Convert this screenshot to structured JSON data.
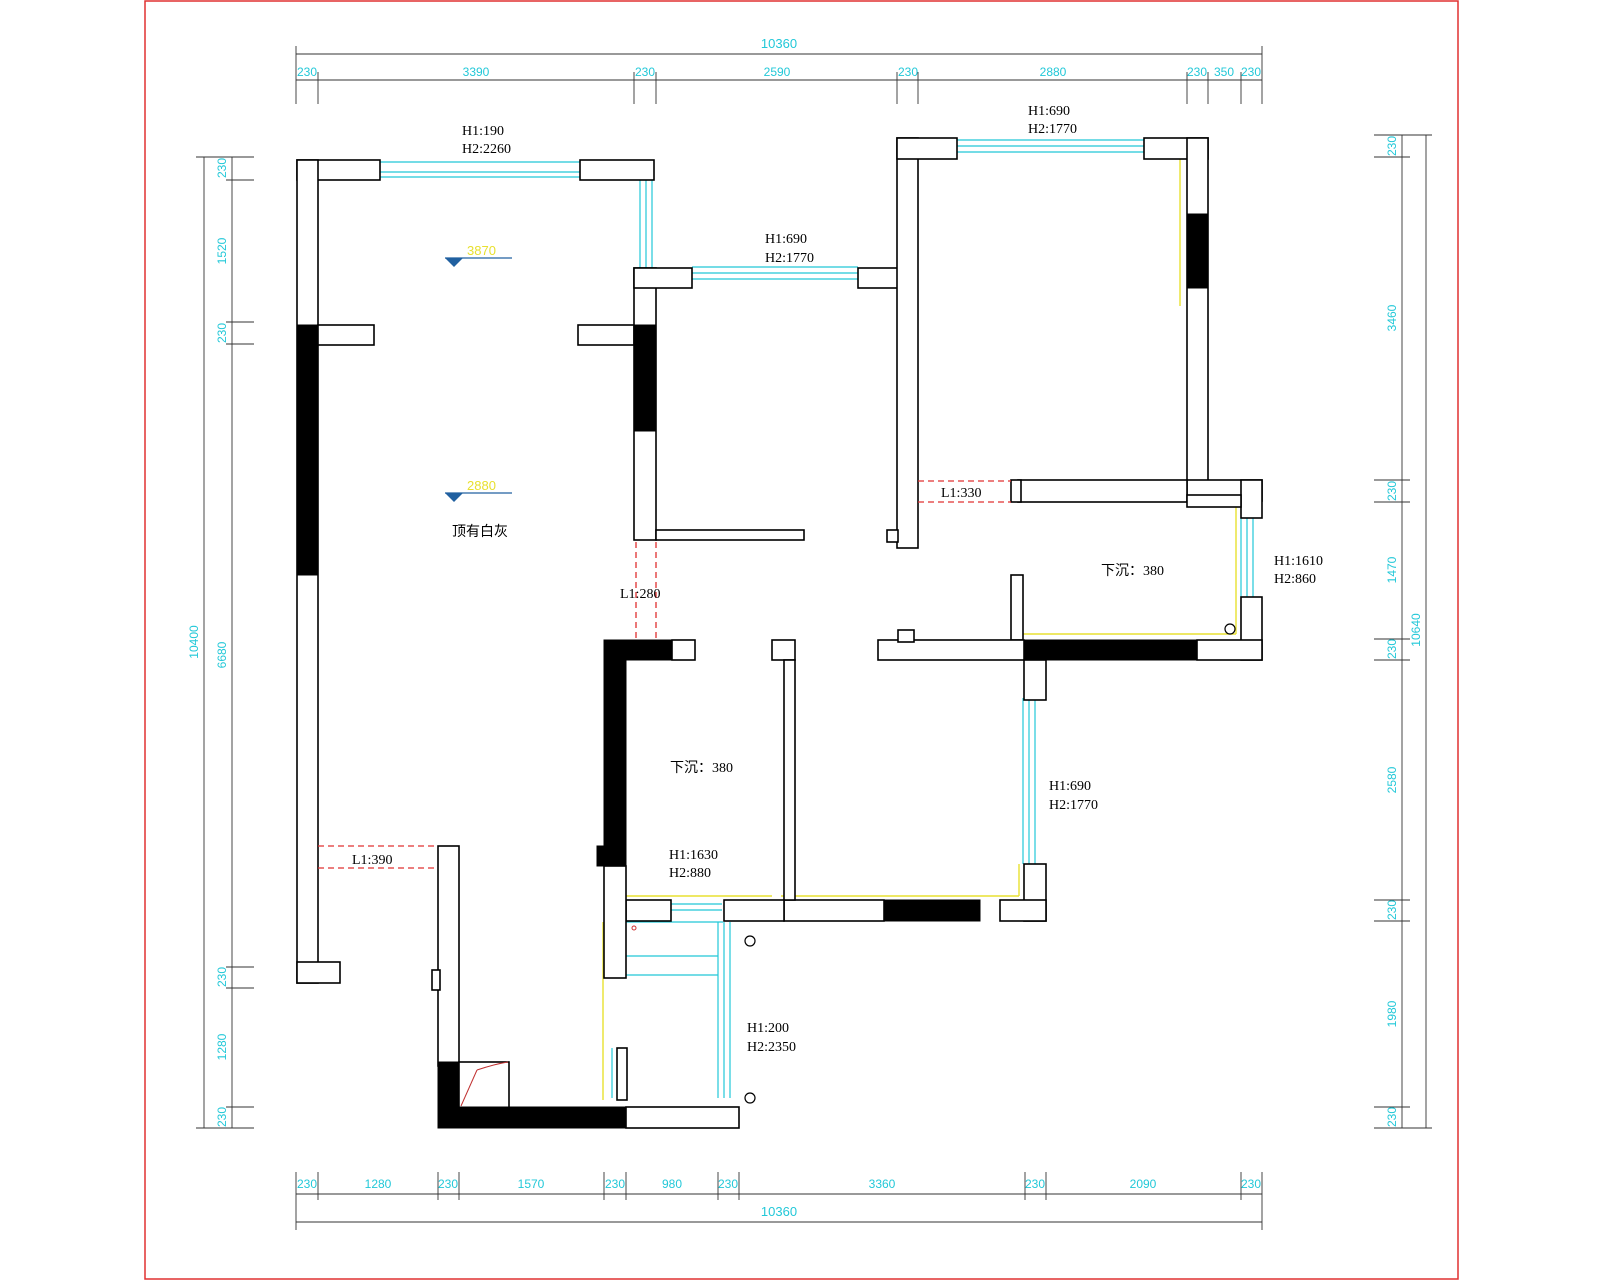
{
  "dimensions": {
    "top_total": "10360",
    "top": [
      "230",
      "3390",
      "230",
      "2590",
      "230",
      "2880",
      "230",
      "350",
      "230"
    ],
    "bottom_total": "10360",
    "bottom": [
      "230",
      "1280",
      "230",
      "1570",
      "230",
      "980",
      "230",
      "3360",
      "230",
      "2090",
      "230"
    ],
    "left_total": "10400",
    "left": [
      "230",
      "1520",
      "230",
      "6680",
      "230",
      "1280",
      "230"
    ],
    "right_total": "10640",
    "right": [
      "230",
      "3460",
      "230",
      "1470",
      "230",
      "2580",
      "230",
      "1980",
      "230"
    ]
  },
  "openings": {
    "w1": {
      "h1": "H1:190",
      "h2": "H2:2260"
    },
    "w2": {
      "h1": "H1:690",
      "h2": "H2:1770"
    },
    "w3": {
      "h1": "H1:690",
      "h2": "H2:1770"
    },
    "w4": {
      "h1": "H1:1610",
      "h2": "H2:860"
    },
    "w5": {
      "h1": "H1:690",
      "h2": "H2:1770"
    },
    "w6": {
      "h1": "H1:1630",
      "h2": "H2:880"
    },
    "w7": {
      "h1": "H1:200",
      "h2": "H2:2350"
    }
  },
  "beams": {
    "b1": "L1:330",
    "b2": "L1:280",
    "b3": "L1:390"
  },
  "elevations": {
    "e1": "3870",
    "e2": "2880"
  },
  "notes": {
    "ceiling": "顶有白灰",
    "sunk1": "下沉：380",
    "sunk2": "下沉：380"
  }
}
